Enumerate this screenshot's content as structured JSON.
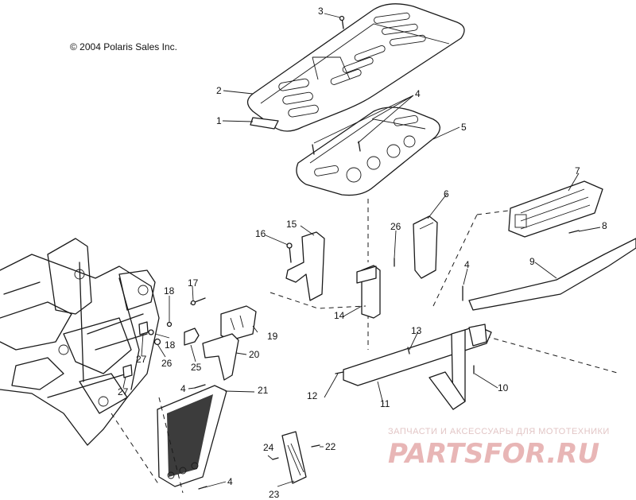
{
  "copyright": "© 2004 Polaris Sales Inc.",
  "watermark": {
    "subtitle": "ЗАПЧАСТИ И АКСЕССУАРЫ ДЛЯ МОТОТЕХНИКИ",
    "brand": "PARTSFOR.RU",
    "color": "#e8b6b6"
  },
  "callouts": {
    "c1": "1",
    "c2": "2",
    "c3": "3",
    "c4a": "4",
    "c4b": "4",
    "c4c": "4",
    "c4d": "4",
    "c5": "5",
    "c6": "6",
    "c7": "7",
    "c8": "8",
    "c9": "9",
    "c10": "10",
    "c11": "11",
    "c12": "12",
    "c13": "13",
    "c14": "14",
    "c15": "15",
    "c16": "16",
    "c17": "17",
    "c18a": "18",
    "c18b": "18",
    "c19": "19",
    "c20": "20",
    "c21": "21",
    "c22": "22",
    "c23": "23",
    "c24": "24",
    "c25": "25",
    "c26a": "26",
    "c26b": "26",
    "c27a": "27",
    "c27b": "27"
  }
}
